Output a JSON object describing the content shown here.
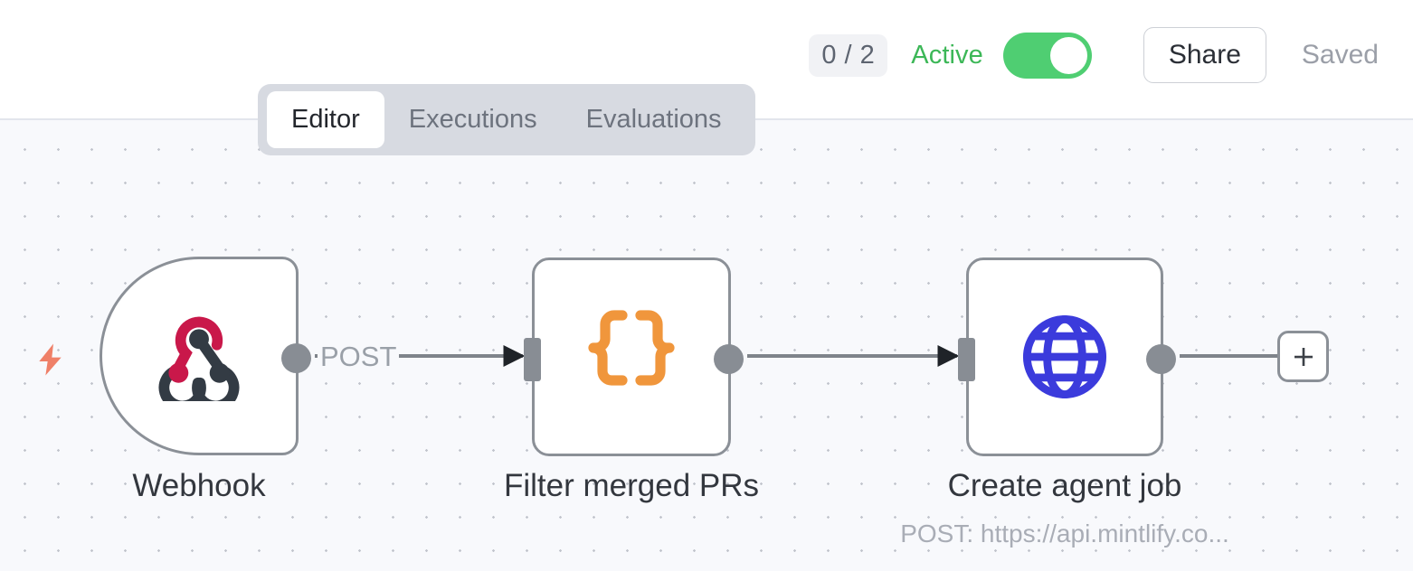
{
  "header": {
    "run_count_badge": "0 / 2",
    "status_label": "Active",
    "status_color": "#3cb757",
    "toggle": {
      "name": "active-toggle",
      "state": "on",
      "track_color": "#4fce72"
    },
    "share_button": "Share",
    "save_state": "Saved"
  },
  "tabs": {
    "items": [
      {
        "label": "Editor",
        "active": true
      },
      {
        "label": "Executions",
        "active": false
      },
      {
        "label": "Evaluations",
        "active": false
      }
    ]
  },
  "canvas": {
    "background": "#f8f9fc",
    "grid": "dots",
    "trigger_icon": "lightning-bolt-icon",
    "trigger_icon_color": "#ef8068",
    "nodes": [
      {
        "id": "webhook",
        "label": "Webhook",
        "subtitle": "",
        "icon": "webhook-icon",
        "icon_colors": [
          "#c9184a",
          "#333b44"
        ],
        "type": "trigger"
      },
      {
        "id": "filter-merged-prs",
        "label": "Filter merged PRs",
        "subtitle": "",
        "icon": "code-braces-icon",
        "icon_colors": [
          "#f0963c"
        ],
        "type": "code"
      },
      {
        "id": "create-agent-job",
        "label": "Create agent job",
        "subtitle": "POST: https://api.mintlify.co...",
        "icon": "globe-icon",
        "icon_colors": [
          "#3b3bdc"
        ],
        "type": "http-request"
      }
    ],
    "connections": [
      {
        "from": "webhook",
        "to": "filter-merged-prs",
        "label": "POST"
      },
      {
        "from": "filter-merged-prs",
        "to": "create-agent-job",
        "label": ""
      },
      {
        "from": "create-agent-job",
        "to": "add-node",
        "label": ""
      }
    ],
    "add_node_button": "+"
  }
}
